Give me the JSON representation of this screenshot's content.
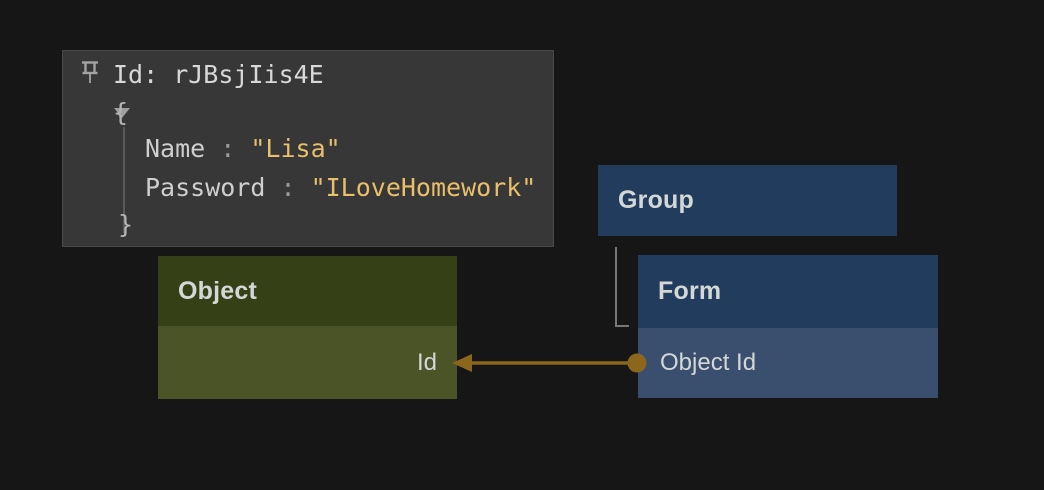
{
  "tooltip": {
    "id_line": "Id: rJBsjIis4E",
    "open_brace": "{",
    "close_brace": "}",
    "fields": [
      {
        "key": "Name",
        "sep": " : ",
        "value": "\"Lisa\""
      },
      {
        "key": "Password",
        "sep": " : ",
        "value": "\"ILoveHomework\""
      }
    ]
  },
  "nodes": {
    "object": {
      "title": "Object",
      "fields": [
        {
          "label": "Id"
        }
      ]
    },
    "group": {
      "title": "Group"
    },
    "form": {
      "title": "Form",
      "fields": [
        {
          "label": "Object Id"
        }
      ]
    }
  },
  "icons": {
    "pin": "pin-icon",
    "expander": "triangle-down-icon",
    "arrow": "left-arrowhead-icon"
  },
  "colors": {
    "canvas_bg": "#161616",
    "tooltip_bg": "#373737",
    "tooltip_border": "#484848",
    "string_value": "#e8bf6a",
    "object_header": "#364016",
    "object_row": "#4a5427",
    "blue_header": "#213c5c",
    "blue_row": "#3a4f6e",
    "link_edge": "#8a671c",
    "tree_connector": "#787878"
  }
}
